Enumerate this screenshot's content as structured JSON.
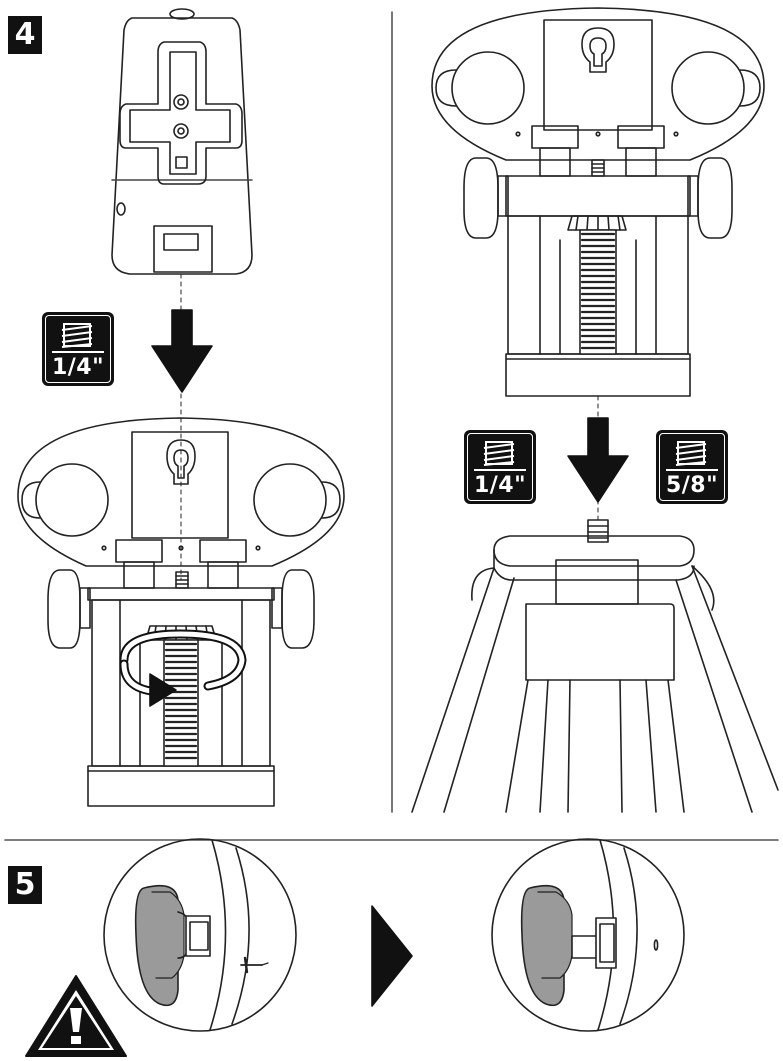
{
  "steps": {
    "step4_label": "4",
    "step5_label": "5"
  },
  "thread_badges": {
    "left_badge": "1/4\"",
    "tripod_quarter_badge": "1/4\"",
    "tripod_five_eighths_badge": "5/8\""
  },
  "icons": {
    "warning": "warning-triangle-icon",
    "next": "play-arrow-icon",
    "down_arrow": "down-arrow-icon",
    "rotate": "rotate-arrow-icon",
    "thread": "thread-screw-icon"
  },
  "colors": {
    "ink": "#111111",
    "line": "#222222",
    "grey_fill": "#9a9a9a",
    "background": "#ffffff"
  }
}
